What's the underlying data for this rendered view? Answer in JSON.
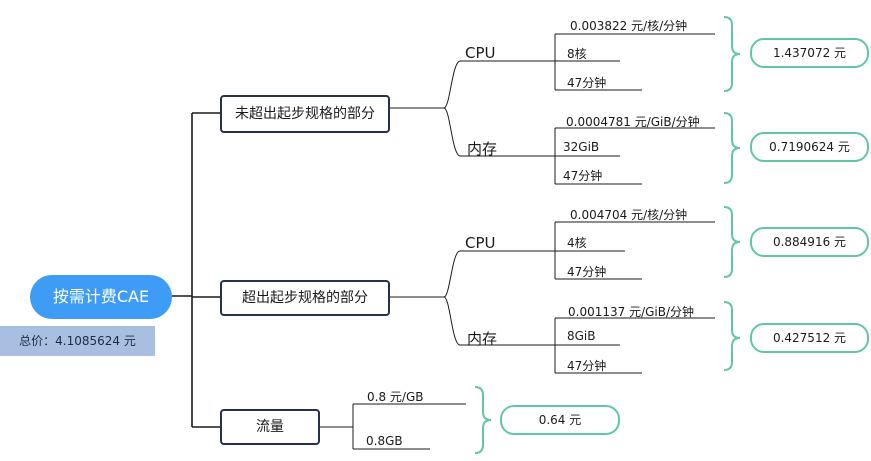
{
  "root": {
    "label": "按需计费CAE"
  },
  "total": {
    "label": "总价：4.1085624 元"
  },
  "branches": [
    {
      "label": "未超出起步规格的部分",
      "groups": [
        {
          "label": "CPU",
          "leaves": [
            "0.003822 元/核/分钟",
            "8核",
            "47分钟"
          ],
          "result": "1.437072 元"
        },
        {
          "label": "内存",
          "leaves": [
            "0.0004781 元/GiB/分钟",
            "32GiB",
            "47分钟"
          ],
          "result": "0.7190624 元"
        }
      ]
    },
    {
      "label": "超出起步规格的部分",
      "groups": [
        {
          "label": "CPU",
          "leaves": [
            "0.004704 元/核/分钟",
            "4核",
            "47分钟"
          ],
          "result": "0.884916 元"
        },
        {
          "label": "内存",
          "leaves": [
            "0.001137 元/GiB/分钟",
            "8GiB",
            "47分钟"
          ],
          "result": "0.427512 元"
        }
      ]
    },
    {
      "label": "流量",
      "leaves": [
        "0.8 元/GB",
        "0.8GB"
      ],
      "result": "0.64 元"
    }
  ],
  "colors": {
    "root": "#3e9cf6",
    "total": "#a8bfe2",
    "node_border": "#26314d",
    "connector": "#1b1b1b",
    "bracket": "#63c5a8"
  }
}
